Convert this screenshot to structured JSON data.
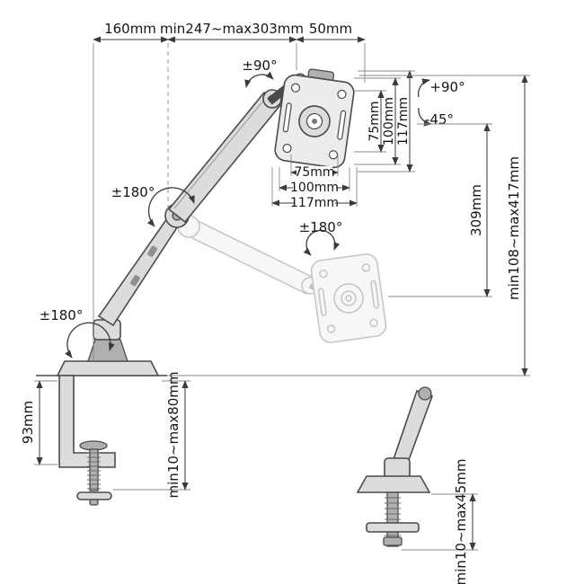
{
  "colors": {
    "background": "#ffffff",
    "dimension_line": "#3b3b3b",
    "part_stroke": "#4a4a4a",
    "part_fill": "#dcdcdc",
    "ghost": "#c4c4c4",
    "label_text": "#161616"
  },
  "dimensions": {
    "top": {
      "base_to_elbow": "160mm",
      "arm_reach": "min247~max303mm",
      "head_depth": "50mm"
    },
    "vesa": {
      "vertical_hole_pitch": "75mm",
      "vertical_plate": "100mm",
      "vertical_overall": "117mm",
      "horizontal_hole_pitch": "75mm",
      "horizontal_plate": "100mm",
      "horizontal_overall": "117mm"
    },
    "height": {
      "travel": "309mm",
      "range": "min108~max417mm"
    },
    "clamp": {
      "bracket_height": "93mm",
      "desk_thickness_range": "min10~max80mm"
    },
    "grommet": {
      "desk_thickness_range": "min10~max45mm"
    }
  },
  "rotations": {
    "head_swivel": "±90°",
    "tilt_up": "+90°",
    "tilt_down": "-45°",
    "elbow_swivel": "±180°",
    "monitor_rotation": "±180°",
    "base_swivel": "±180°"
  }
}
